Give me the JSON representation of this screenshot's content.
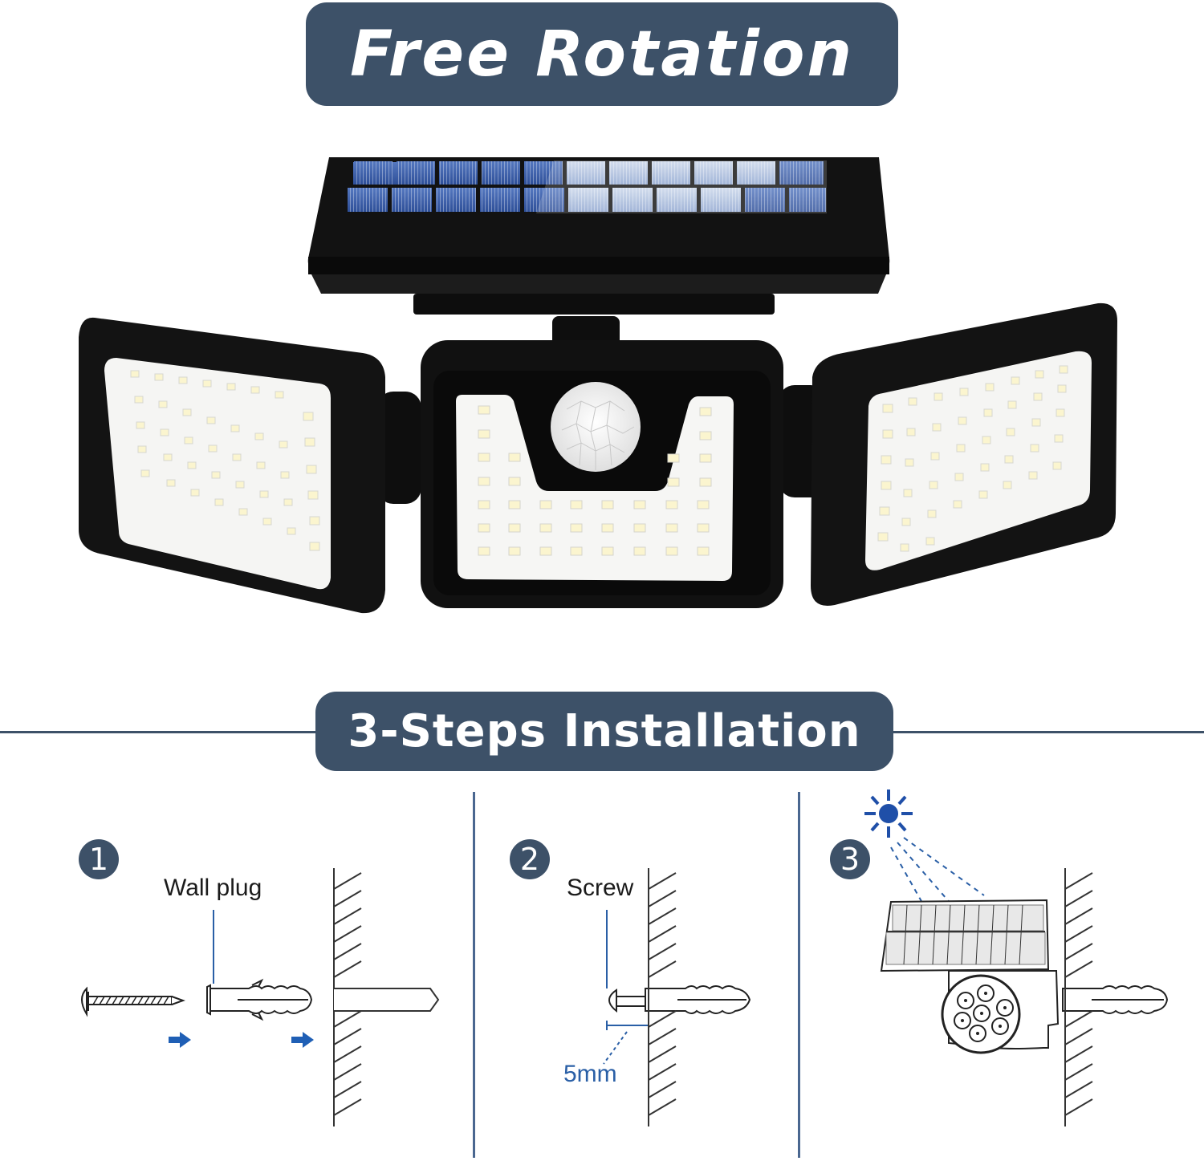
{
  "header": {
    "title": "Free Rotation"
  },
  "product": {
    "name": "solar-motion-sensor-light",
    "heads": 3,
    "solar_panel_cells": {
      "rows": 2,
      "cols": 10
    },
    "colors": {
      "housing": "#111111",
      "panel_blue": "#3b5fa8",
      "led_face": "#f6f6f4",
      "led": "#fbf6d6"
    }
  },
  "installation": {
    "title": "3-Steps Installation",
    "steps": [
      {
        "number": "1",
        "label": "Wall plug"
      },
      {
        "number": "2",
        "label": "Screw",
        "measurement": "5mm"
      },
      {
        "number": "3"
      }
    ]
  },
  "theme": {
    "banner_bg": "#3d5168",
    "banner_text": "#ffffff",
    "accent_blue": "#2a5fa6"
  }
}
